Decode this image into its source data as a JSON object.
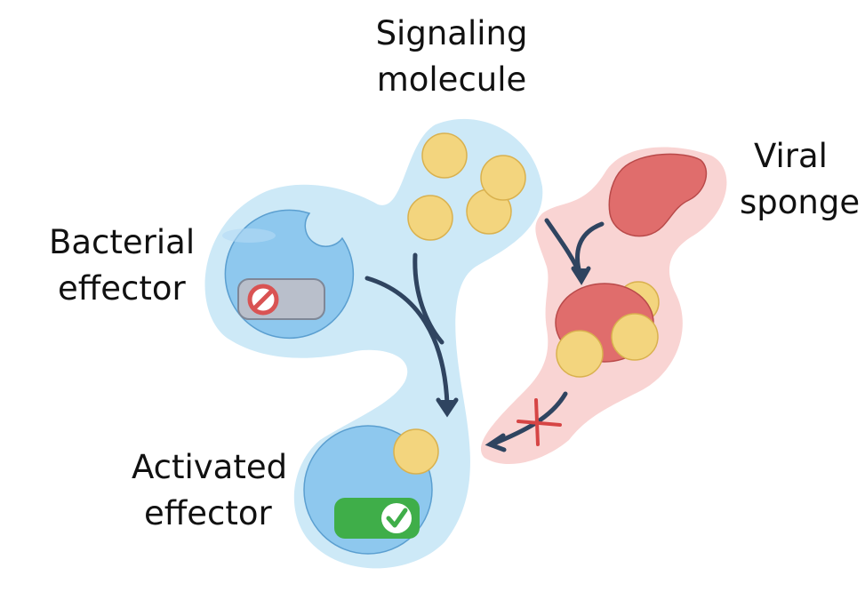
{
  "labels": {
    "signaling_molecule": [
      "Signaling",
      "molecule"
    ],
    "viral_sponge": [
      "Viral",
      "sponge"
    ],
    "bacterial_effector": [
      "Bacterial",
      "effector"
    ],
    "activated_effector": [
      "Activated",
      "effector"
    ]
  },
  "colors": {
    "blue_region": "#cde9f7",
    "effector_cell": "#8ec8ee",
    "effector_outline": "#5b9fd0",
    "molecule_fill": "#f3d57e",
    "molecule_outline": "#d9b14e",
    "pink_region": "#f9d4d3",
    "sponge_fill": "#e06d6c",
    "sponge_outline": "#b94a4a",
    "arrow": "#2f4460",
    "block_cross": "#d64545",
    "inactive_switch": "#b9bfcb",
    "active_switch": "#3fae49",
    "no_sign": "#d95353",
    "check": "#3fae49"
  },
  "icons": {
    "inactive_state": "no-entry-icon",
    "active_state": "checkmark-icon",
    "blocked_path": "cross-icon"
  }
}
